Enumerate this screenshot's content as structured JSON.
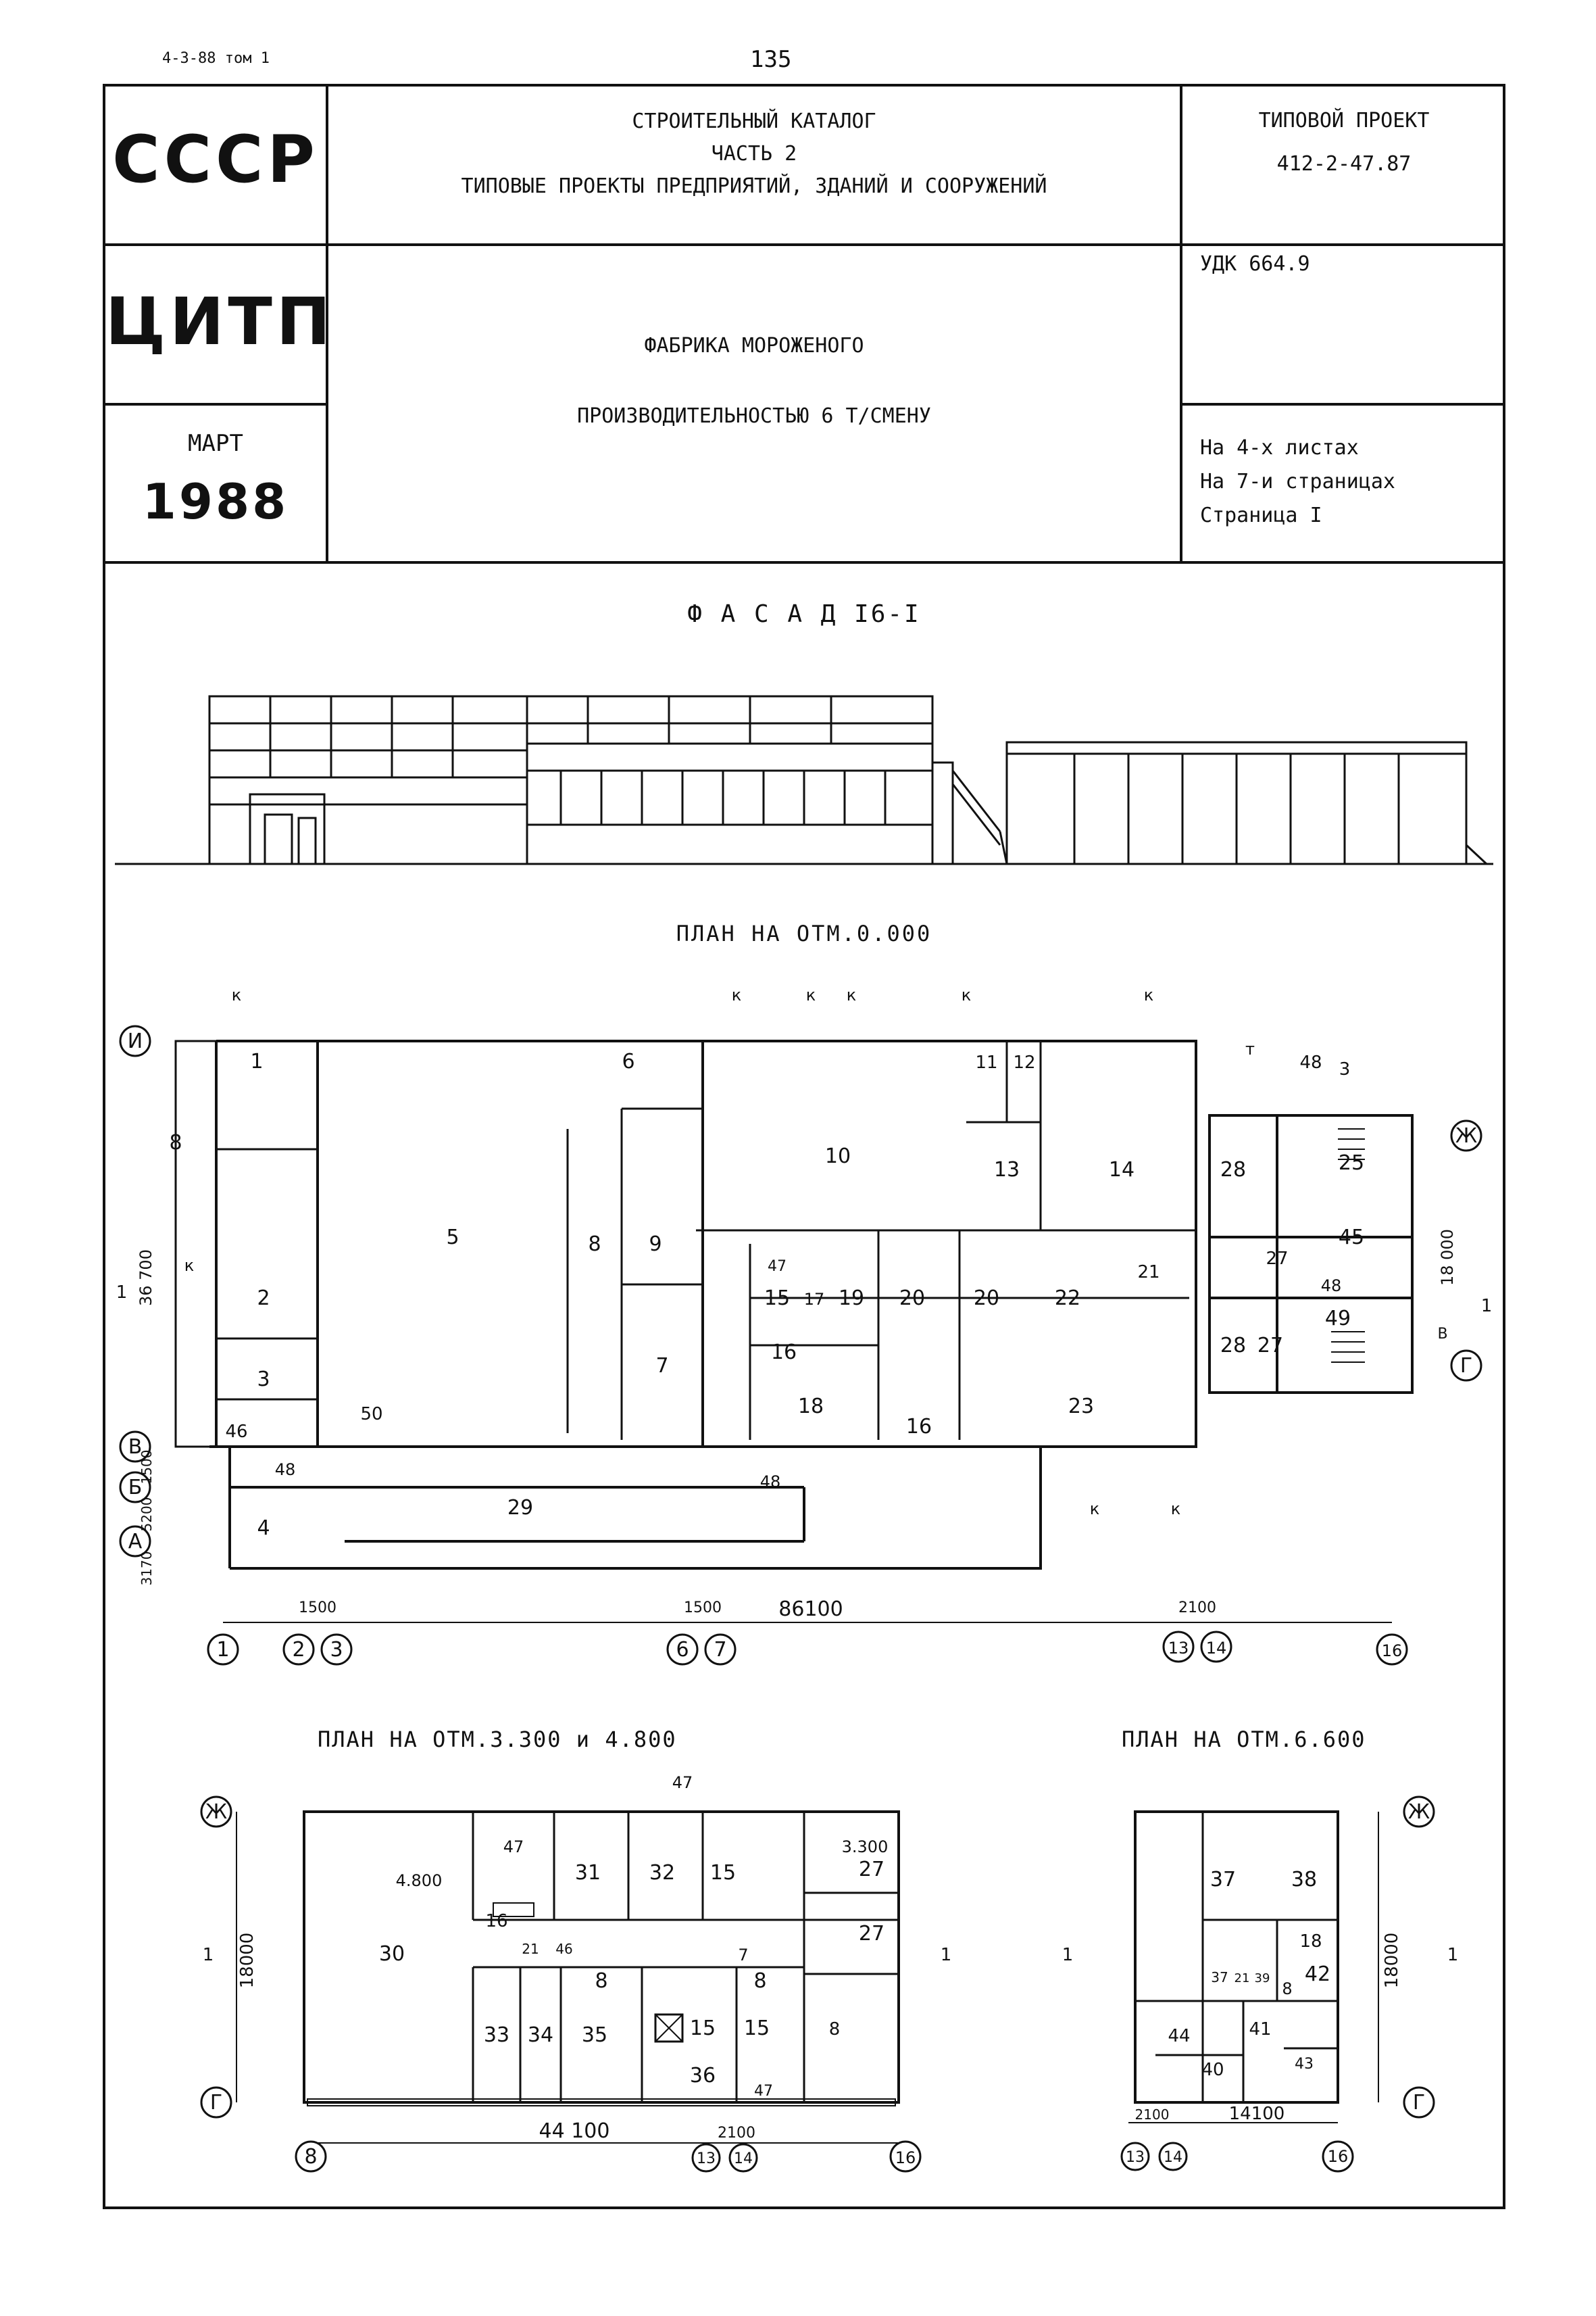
{
  "top": {
    "series_label": "4-3-88 том 1",
    "page_number": "135"
  },
  "stamp": {
    "org1": "СССР",
    "org2": "ЦИТП",
    "month": "МАРТ",
    "year": "1988",
    "catalog_line1": "СТРОИТЕЛЬНЫЙ КАТАЛОГ",
    "catalog_line2": "ЧАСТЬ  2",
    "catalog_line3": "ТИПОВЫЕ ПРОЕКТЫ ПРЕДПРИЯТИЙ, ЗДАНИЙ И СООРУЖЕНИЙ",
    "project_label": "ТИПОВОЙ ПРОЕКТ",
    "project_number": "412-2-47.87",
    "udk": "УДК 664.9",
    "title_line1": "ФАБРИКА  МОРОЖЕНОГО",
    "title_line2": "ПРОИЗВОДИТЕЛЬНОСТЬЮ 6 Т/СМЕНУ",
    "sheets": "На 4-х листах",
    "pages": "На 7-и страницах",
    "page": "Страница I"
  },
  "facade": {
    "title": "Ф А С А Д   I6-I"
  },
  "plan0": {
    "title": "ПЛАН НА ОТМ.0.000",
    "dim_total": "86100",
    "dim_1500a": "1500",
    "dim_1500b": "1500",
    "dim_2100": "2100",
    "dim_36700": "36 700",
    "dim_18000": "18 000",
    "dim_1500c": "1500",
    "dim_5200": "5200",
    "dim_3170": "3170",
    "axes_bottom": [
      "1",
      "2",
      "3",
      "6",
      "7",
      "13",
      "14",
      "16"
    ],
    "axes_left": [
      "И",
      "В",
      "Б",
      "А"
    ],
    "axes_right": [
      "Ж",
      "Г"
    ],
    "rooms": [
      "1",
      "2",
      "3",
      "4",
      "5",
      "6",
      "7",
      "8",
      "8",
      "9",
      "10",
      "11",
      "12",
      "13",
      "14",
      "15",
      "16",
      "16",
      "17",
      "18",
      "19",
      "20",
      "20",
      "21",
      "22",
      "23",
      "25",
      "27",
      "27",
      "28",
      "28",
      "29",
      "45",
      "46",
      "47",
      "48",
      "48",
      "48",
      "48",
      "49",
      "50",
      "3"
    ],
    "k": "к",
    "t": "т",
    "section": "1",
    "v": "В"
  },
  "plan1": {
    "title": "ПЛАН НА ОТМ.3.300 и 4.800",
    "dim_total": "44 100",
    "dim_2100": "2100",
    "dim_18000": "18000",
    "mark_4800": "4.800",
    "mark_3300": "3.300",
    "axes_bottom": [
      "8",
      "13",
      "14",
      "16"
    ],
    "axes_left": [
      "Ж",
      "Г"
    ],
    "rooms": [
      "30",
      "31",
      "32",
      "33",
      "34",
      "35",
      "36",
      "15",
      "15",
      "15",
      "16",
      "21",
      "46",
      "47",
      "47",
      "47",
      "7",
      "8",
      "8",
      "8",
      "27",
      "27"
    ],
    "section": "1"
  },
  "plan2": {
    "title": "ПЛАН НА ОТМ.6.600",
    "dim_total": "14100",
    "dim_2100": "2100",
    "dim_18000": "18000",
    "axes_bottom": [
      "13",
      "14",
      "16"
    ],
    "axes_right": [
      "Ж",
      "Г"
    ],
    "rooms": [
      "37",
      "38",
      "18",
      "37",
      "21",
      "39",
      "42",
      "8",
      "44",
      "41",
      "40",
      "43"
    ],
    "section": "1"
  }
}
